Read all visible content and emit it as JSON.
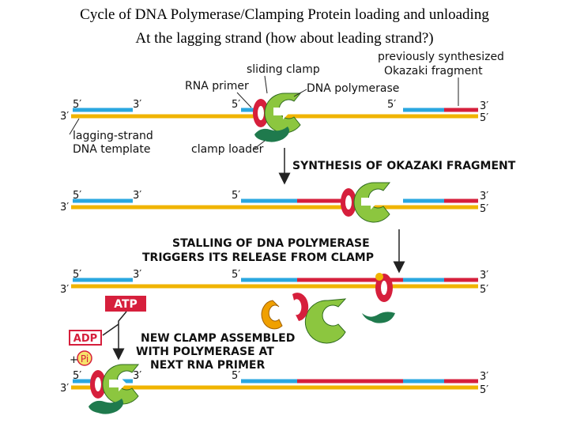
{
  "title": {
    "line1": "Cycle of DNA Polymerase/Clamping Protein loading and unloading",
    "line2": "At the lagging strand (how about leading strand?)"
  },
  "labels": {
    "sliding_clamp": "sliding clamp",
    "previously_1": "previously synthesized",
    "previously_2": "Okazaki fragment",
    "rna_primer": "RNA primer",
    "dna_polymerase": "DNA polymerase",
    "lagging_1": "lagging-strand",
    "lagging_2": "DNA template",
    "clamp_loader": "clamp loader"
  },
  "steps": {
    "synthesis": "SYNTHESIS OF OKAZAKI FRAGMENT",
    "stall_1": "STALLING OF DNA POLYMERASE",
    "stall_2": "TRIGGERS ITS RELEASE FROM CLAMP",
    "new_1": "NEW CLAMP ASSEMBLED",
    "new_2": "WITH POLYMERASE AT",
    "new_3": "NEXT RNA PRIMER"
  },
  "badges": {
    "atp": "ATP",
    "adp": "ADP",
    "plus": "+",
    "pi": "Pi"
  },
  "ends": {
    "five": "5′",
    "three": "3′"
  },
  "colors": {
    "template": "#f0b400",
    "rna_primer": "#2aa7e0",
    "dna": "#d61f3c",
    "polymerase": "#8cc63f",
    "clamp": "#d61f3c",
    "loader": "#1f7a4d",
    "atp_bg": "#d61f3c"
  }
}
